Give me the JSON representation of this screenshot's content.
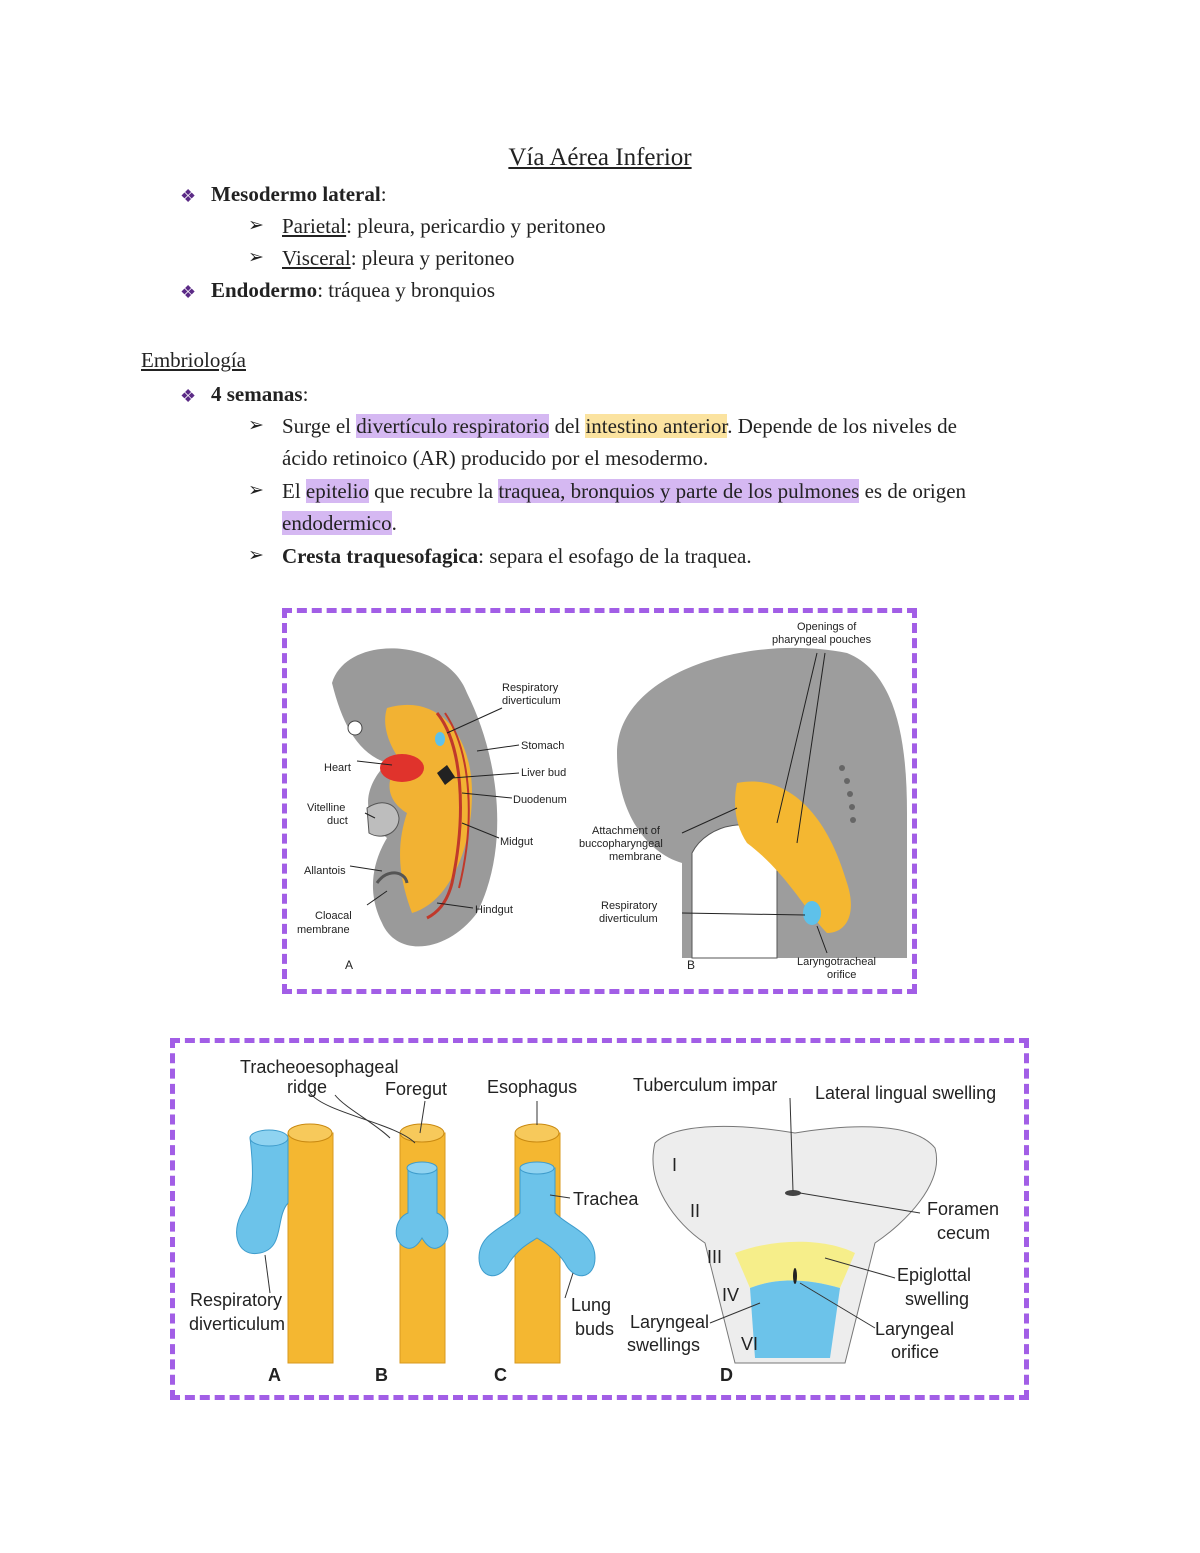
{
  "title": "Vía Aérea Inferior",
  "section1": {
    "item1": {
      "bold": "Mesodermo lateral",
      "rest": ":"
    },
    "sub1": {
      "u": "Parietal",
      "rest": ": pleura, pericardio y peritoneo"
    },
    "sub2": {
      "u": "Visceral",
      "rest": ": pleura y peritoneo"
    },
    "item2": {
      "bold": "Endodermo",
      "rest": ": tráquea y bronquios"
    }
  },
  "heading2": "Embriología",
  "section2": {
    "item1": {
      "bold": "4 semanas",
      "rest": ":"
    },
    "p1": {
      "t1": "Surge el ",
      "h1": "divertículo respiratorio",
      "t2": " del ",
      "h2": "intestino anterior",
      "t3": ". Depende de los niveles de",
      "line2": "ácido retinoico (AR) producido por el mesodermo."
    },
    "p2": {
      "t1": "El ",
      "h1": "epitelio",
      "t2": " que recubre la ",
      "h2": "traquea, bronquios y parte de los pulmones",
      "t3": " es de origen",
      "h3": "endodermico",
      "t4": "."
    },
    "p3": {
      "bold": "Cresta traquesofagica",
      "rest": ": separa el esofago de la traquea."
    }
  },
  "figure1": {
    "labels": {
      "resp_div_1": "Respiratory",
      "resp_div_2": "diverticulum",
      "stomach": "Stomach",
      "heart": "Heart",
      "liver": "Liver bud",
      "duodenum": "Duodenum",
      "vitelline1": "Vitelline",
      "vitelline2": "duct",
      "midgut": "Midgut",
      "allantois": "Allantois",
      "hindgut": "Hindgut",
      "cloacal1": "Cloacal",
      "cloacal2": "membrane",
      "panelA": "A",
      "openings1": "Openings of",
      "openings2": "pharyngeal pouches",
      "attach1": "Attachment of",
      "attach2": "buccopharyngeal",
      "attach3": "membrane",
      "respB1": "Respiratory",
      "respB2": "diverticulum",
      "laryngo1": "Laryngotracheal",
      "laryngo2": "orifice",
      "panelB": "B"
    }
  },
  "figure2": {
    "labels": {
      "ridge1": "Tracheoesophageal",
      "ridge2": "ridge",
      "foregut": "Foregut",
      "esophagus": "Esophagus",
      "tuberculum": "Tuberculum impar",
      "lateral": "Lateral lingual swelling",
      "trachea": "Trachea",
      "foramen1": "Foramen",
      "foramen2": "cecum",
      "epi1": "Epiglottal",
      "epi2": "swelling",
      "lungbuds1": "Lung",
      "lungbuds2": "buds",
      "larsw1": "Laryngeal",
      "larsw2": "swellings",
      "laror1": "Laryngeal",
      "laror2": "orifice",
      "resp1": "Respiratory",
      "resp2": "diverticulum",
      "A": "A",
      "B": "B",
      "C": "C",
      "D": "D",
      "rI": "I",
      "rII": "II",
      "rIII": "III",
      "rIV": "IV",
      "rVI": "VI"
    }
  },
  "colors": {
    "highlight_purple": "#d5b8f2",
    "highlight_yellow": "#fbe3a0",
    "frame": "#a25ee6",
    "gut_yellow": "#f4b731",
    "blue": "#6cc3ea"
  }
}
